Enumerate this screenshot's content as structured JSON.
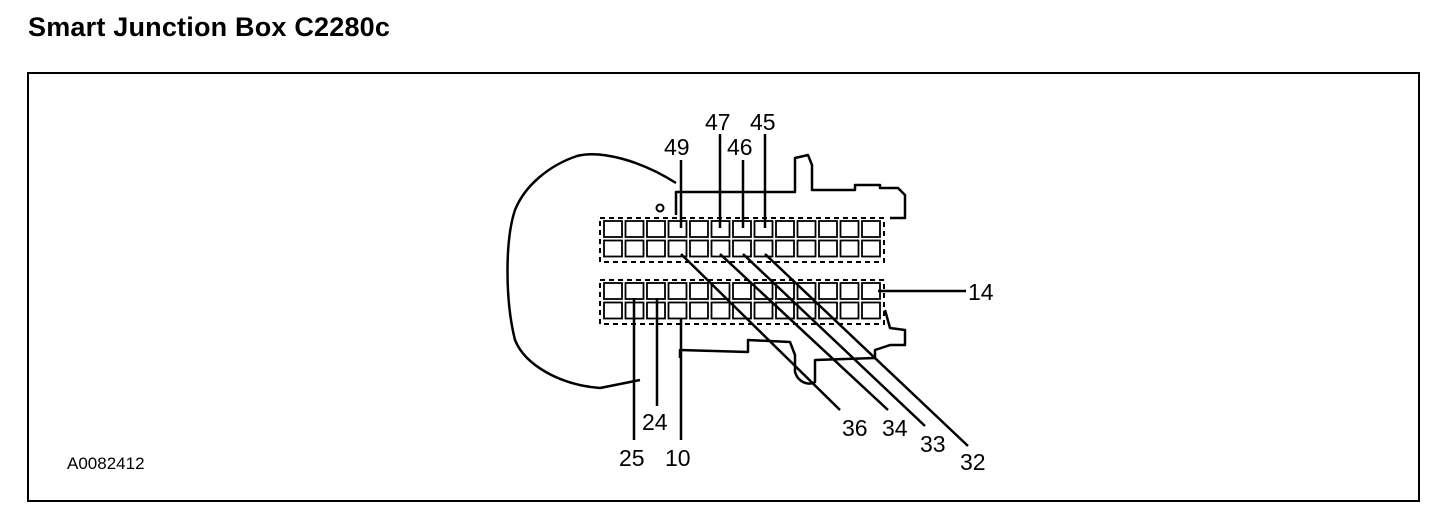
{
  "title": "Smart Junction Box C2280c",
  "figure_id": "A0082412",
  "connector": {
    "upper_block": {
      "rows": 2,
      "columns": 13
    },
    "lower_block": {
      "rows": 2,
      "columns": 13
    }
  },
  "pin_labels": [
    "49",
    "47",
    "46",
    "45",
    "14",
    "25",
    "24",
    "10",
    "36",
    "34",
    "33",
    "32"
  ]
}
